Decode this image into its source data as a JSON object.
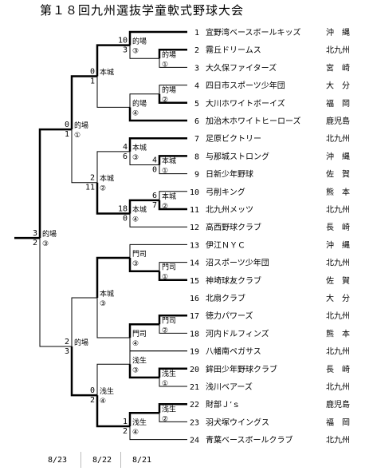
{
  "title": "第１８回九州選抜学童軟式野球大会",
  "teams": [
    {
      "no": "1",
      "name": "宜野湾ベースボールキッズ",
      "pref": "沖　縄"
    },
    {
      "no": "2",
      "name": "霧丘ドリームス",
      "pref": "北九州"
    },
    {
      "no": "3",
      "name": "大久保ファイターズ",
      "pref": "宮　崎"
    },
    {
      "no": "4",
      "name": "四日市スポーツ少年団",
      "pref": "大　分"
    },
    {
      "no": "5",
      "name": "大川ホワイトボーイズ",
      "pref": "福　岡"
    },
    {
      "no": "6",
      "name": "加治木ホワイトヒーローズ",
      "pref": "鹿児島"
    },
    {
      "no": "7",
      "name": "足原ビクトリー",
      "pref": "北九州"
    },
    {
      "no": "8",
      "name": "与那城ストロング",
      "pref": "沖　縄"
    },
    {
      "no": "9",
      "name": "日新少年野球",
      "pref": "佐　賀"
    },
    {
      "no": "10",
      "name": "弓削キング",
      "pref": "熊　本"
    },
    {
      "no": "11",
      "name": "北九州メッツ",
      "pref": "北九州"
    },
    {
      "no": "12",
      "name": "高西野球クラブ",
      "pref": "長　崎"
    },
    {
      "no": "13",
      "name": "伊江ＮＹＣ",
      "pref": "沖　縄"
    },
    {
      "no": "14",
      "name": "沼スポーツ少年団",
      "pref": "北九州"
    },
    {
      "no": "15",
      "name": "神埼球友クラブ",
      "pref": "佐　賀"
    },
    {
      "no": "16",
      "name": "北扇クラブ",
      "pref": "大　分"
    },
    {
      "no": "17",
      "name": "徳力パワーズ",
      "pref": "北九州"
    },
    {
      "no": "18",
      "name": "河内ドルフィンズ",
      "pref": "熊　本"
    },
    {
      "no": "19",
      "name": "八幡南ペガサス",
      "pref": "北九州"
    },
    {
      "no": "20",
      "name": "鉾田少年野球クラブ",
      "pref": "長　崎"
    },
    {
      "no": "21",
      "name": "浅川ベアーズ",
      "pref": "北九州"
    },
    {
      "no": "22",
      "name": "財部Ｊ’ｓ",
      "pref": "鹿児島"
    },
    {
      "no": "23",
      "name": "羽犬塚ウイングス",
      "pref": "福　岡"
    },
    {
      "no": "24",
      "name": "青葉ベースボールクラブ",
      "pref": "北九州"
    }
  ],
  "matches": [
    {
      "venue": "的場",
      "game": "①",
      "score_top": "",
      "score_bottom": ""
    },
    {
      "venue": "的場",
      "game": "②",
      "score_top": "",
      "score_bottom": ""
    },
    {
      "venue": "本城",
      "game": "①",
      "score_top": "4",
      "score_bottom": "0"
    },
    {
      "venue": "本城",
      "game": "②",
      "score_top": "6",
      "score_bottom": "7"
    },
    {
      "venue": "門司",
      "game": "①",
      "score_top": "",
      "score_bottom": ""
    },
    {
      "venue": "門司",
      "game": "②",
      "score_top": "",
      "score_bottom": ""
    },
    {
      "venue": "浅生",
      "game": "①",
      "score_top": "",
      "score_bottom": ""
    },
    {
      "venue": "浅生",
      "game": "②",
      "score_top": "",
      "score_bottom": ""
    },
    {
      "venue": "的場",
      "game": "③",
      "score_top": "10",
      "score_bottom": "3"
    },
    {
      "venue": "的場",
      "game": "④",
      "score_top": "",
      "score_bottom": ""
    },
    {
      "venue": "本城",
      "game": "③",
      "score_top": "4",
      "score_bottom": "6"
    },
    {
      "venue": "本城",
      "game": "④",
      "score_top": "18",
      "score_bottom": "0"
    },
    {
      "venue": "門司",
      "game": "③",
      "score_top": "",
      "score_bottom": ""
    },
    {
      "venue": "門司",
      "game": "④",
      "score_top": "",
      "score_bottom": ""
    },
    {
      "venue": "浅生",
      "game": "③",
      "score_top": "",
      "score_bottom": ""
    },
    {
      "venue": "浅生",
      "game": "④",
      "score_top": "1",
      "score_bottom": "2"
    },
    {
      "venue": "本城",
      "game": "",
      "score_top": "0",
      "score_bottom": "1"
    },
    {
      "venue": "本城",
      "game": "②",
      "score_top": "2",
      "score_bottom": "11"
    },
    {
      "venue": "本城",
      "game": "③",
      "score_top": "",
      "score_bottom": ""
    },
    {
      "venue": "浅生",
      "game": "④",
      "score_top": "0",
      "score_bottom": "2"
    },
    {
      "venue": "的場",
      "game": "①",
      "score_top": "0",
      "score_bottom": "1"
    },
    {
      "venue": "的場",
      "game": "",
      "score_top": "2",
      "score_bottom": "3"
    },
    {
      "venue": "的場",
      "game": "③",
      "score_top": "3",
      "score_bottom": "2"
    }
  ],
  "dates": [
    "8/23",
    "8/22",
    "8/21"
  ]
}
